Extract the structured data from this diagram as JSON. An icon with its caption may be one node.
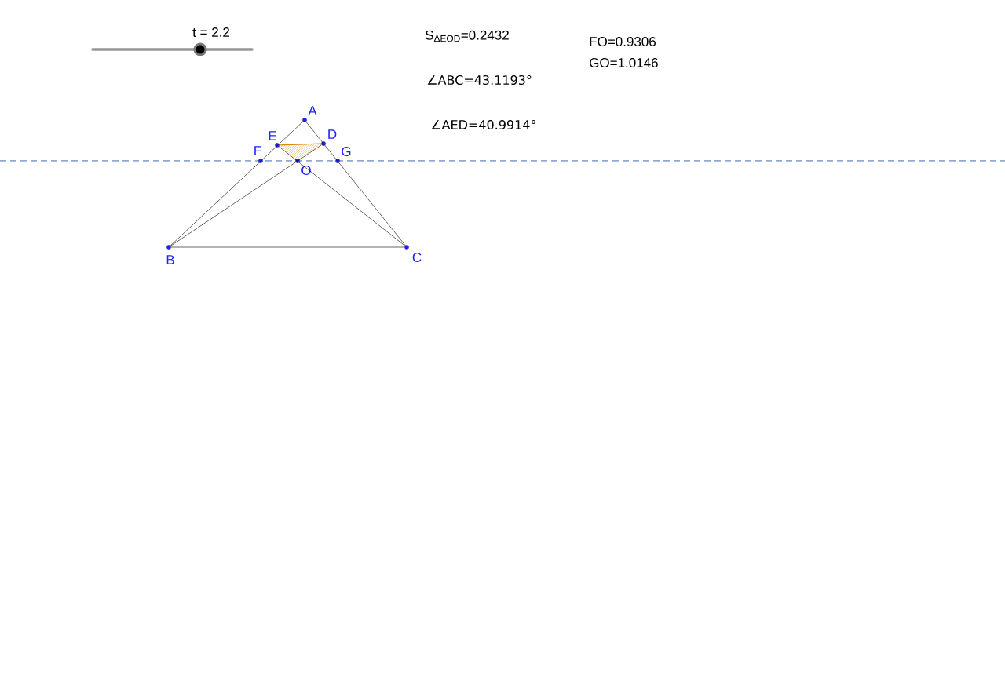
{
  "diagram": {
    "nodes": [
      {
        "text": [],
        "shape": "circle",
        "beside": [
          "A"
        ]
      },
      {
        "text": [],
        "shape": "circle",
        "beside": [
          "B"
        ]
      },
      {
        "text": [],
        "shape": "circle",
        "beside": [
          "C"
        ]
      },
      {
        "text": [],
        "shape": "circle",
        "beside": [
          "D"
        ]
      },
      {
        "text": [],
        "shape": "circle",
        "beside": [
          "E"
        ]
      },
      {
        "text": [],
        "shape": "circle",
        "beside": [
          "F"
        ]
      },
      {
        "text": [],
        "shape": "circle",
        "beside": [
          "G"
        ]
      },
      {
        "text": [],
        "shape": "circle",
        "beside": [
          "O"
        ]
      }
    ],
    "edges": [
      {
        "from": 0,
        "to": 1,
        "arrow": "none"
      },
      {
        "from": 0,
        "to": 2,
        "arrow": "none"
      },
      {
        "from": 1,
        "to": 2,
        "arrow": "none"
      },
      {
        "from": 1,
        "to": 3,
        "arrow": "none"
      },
      {
        "from": 2,
        "to": 4,
        "arrow": "none"
      },
      {
        "from": 4,
        "to": 3,
        "arrow": "none",
        "color": "#d68a00"
      }
    ],
    "labels": [
      "t = 2.2",
      "S$_{ΔEOD}$=0.2432",
      "∠ABC=43.1193°",
      "∠AED=40.9914°",
      "FO=0.9306",
      "GO=1.0146"
    ]
  }
}
